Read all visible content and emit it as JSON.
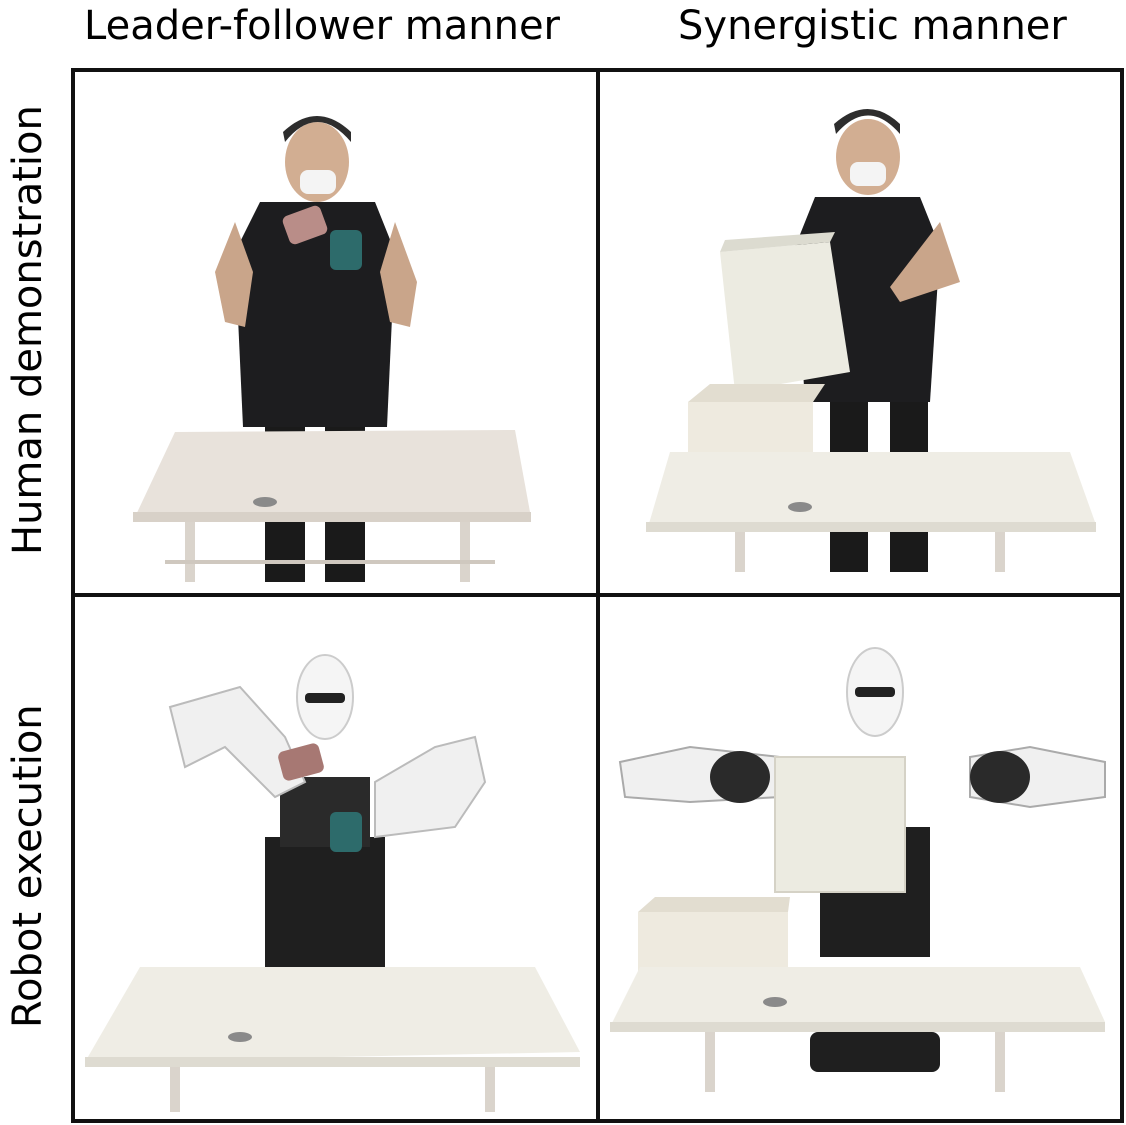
{
  "columns": {
    "left": "Leader-follower manner",
    "right": "Synergistic manner"
  },
  "rows": {
    "top": "Human demonstration",
    "bottom": "Robot execution"
  },
  "colors": {
    "border": "#111111",
    "table": "#e8e2db",
    "shirt": "#1d1d1f",
    "robot": "#f0f0f0"
  },
  "panels": [
    {
      "name": "leader-follower-human",
      "subject": "human",
      "object": "two-phones"
    },
    {
      "name": "synergistic-human",
      "subject": "human",
      "object": "box"
    },
    {
      "name": "leader-follower-robot",
      "subject": "robot",
      "object": "two-phones"
    },
    {
      "name": "synergistic-robot",
      "subject": "robot",
      "object": "box"
    }
  ]
}
